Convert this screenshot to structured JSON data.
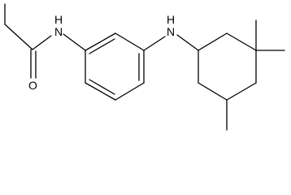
{
  "molecule": {
    "atoms": [
      {
        "id": "amide-n",
        "symbol": "N",
        "label": "H\nN"
      },
      {
        "id": "amine-n",
        "symbol": "N",
        "label": "H\nN"
      },
      {
        "id": "carbonyl-o",
        "symbol": "O",
        "label": "O"
      }
    ],
    "labels": {
      "amide_h": "H",
      "amide_n": "N",
      "amine_h": "H",
      "amine_n": "N",
      "oxygen": "O"
    }
  },
  "colors": {
    "bond": "#000000",
    "text": "#000000",
    "background": "#ffffff"
  }
}
